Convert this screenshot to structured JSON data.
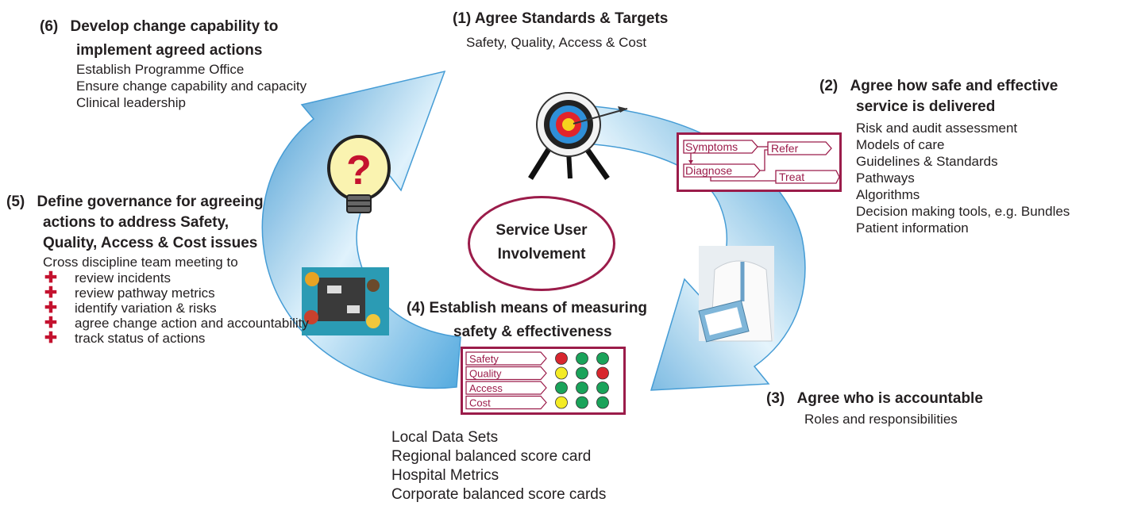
{
  "center": {
    "line1": "Service User",
    "line2": "Involvement"
  },
  "step1": {
    "num": "(1)",
    "title": "Agree Standards & Targets",
    "sub": "Safety, Quality, Access & Cost"
  },
  "step2": {
    "num": "(2)",
    "title1": "Agree how safe and effective",
    "title2": "service is delivered",
    "items": [
      "Risk and audit assessment",
      "Models of care",
      "Guidelines & Standards",
      "Pathways",
      "Algorithms",
      "Decision making tools, e.g. Bundles",
      "Patient information"
    ]
  },
  "step3": {
    "num": "(3)",
    "title": "Agree who is accountable",
    "sub": "Roles and responsibilities"
  },
  "step4": {
    "title1": "(4) Establish means of measuring",
    "title2": "safety & effectiveness",
    "items": [
      "Local Data Sets",
      "Regional balanced score card",
      "Hospital Metrics",
      "Corporate balanced score cards"
    ]
  },
  "step5": {
    "num": "(5)",
    "title1": "Define governance for agreeing",
    "title2": "actions to address Safety,",
    "title3": "Quality, Access & Cost issues",
    "intro": "Cross discipline team meeting to",
    "bullets": [
      "review incidents",
      "review pathway metrics",
      "identify variation & risks",
      "agree change action and accountability",
      "track status of actions"
    ]
  },
  "step6": {
    "num": "(6)",
    "title1": "Develop change capability to",
    "title2": "implement agreed actions",
    "items": [
      "Establish Programme Office",
      "Ensure change capability and capacity",
      "Clinical leadership"
    ]
  },
  "flowchart": {
    "symptoms": "Symptoms",
    "diagnose": "Diagnose",
    "refer": "Refer",
    "treat": "Treat"
  },
  "scorecard": {
    "rows": [
      "Safety",
      "Quality",
      "Access",
      "Cost"
    ],
    "status": [
      [
        "red",
        "green",
        "green"
      ],
      [
        "yellow",
        "green",
        "red"
      ],
      [
        "green",
        "green",
        "green"
      ],
      [
        "yellow",
        "green",
        "green"
      ]
    ]
  },
  "icons": {
    "target": "target-icon",
    "lightbulb": "lightbulb-question-icon",
    "meeting": "meeting-table-icon",
    "doctor": "doctor-clipboard-icon"
  },
  "colors": {
    "maroon": "#9b1c4a",
    "arrow": "#4fa8dc",
    "bullet": "#c4122f",
    "red": "#d8262e",
    "yellow": "#f4eb24",
    "green": "#1aa35a"
  }
}
